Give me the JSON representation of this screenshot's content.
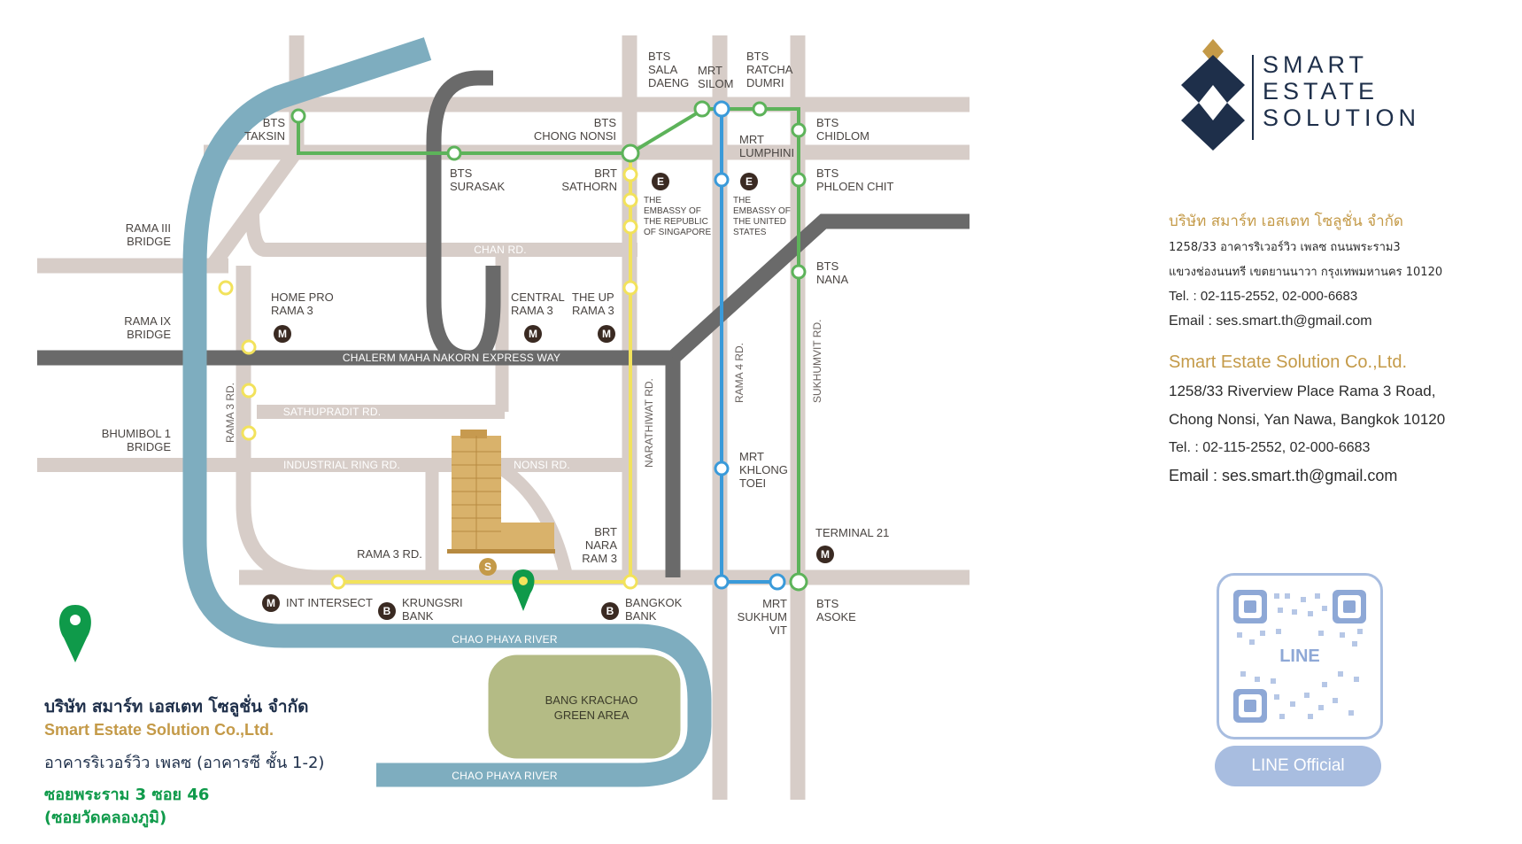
{
  "company": {
    "name_th": "บริษัท สมาร์ท เอสเตท โซลูชั่น จำกัด",
    "name_en": "Smart Estate Solution Co.,Ltd.",
    "logo_words": [
      "SMART",
      "ESTATE",
      "SOLUTION"
    ],
    "address_th_1": "1258/33 อาคารริเวอร์วิว เพลซ ถนนพระราม3",
    "address_th_2": "แขวงช่องนนทรี เขตยานนาวา กรุงเทพมหานคร 10120",
    "tel_th": "Tel. : 02-115-2552, 02-000-6683",
    "email_th": "Email : ses.smart.th@gmail.com",
    "address_en_1": "1258/33 Riverview Place Rama 3 Road,",
    "address_en_2": "Chong Nonsi, Yan Nawa, Bangkok 10120",
    "tel_en": "Tel. : 02-115-2552, 02-000-6683",
    "email_en": "Email : ses.smart.th@gmail.com"
  },
  "qr": {
    "center_text": "LINE",
    "button_label": "LINE Official"
  },
  "legend": {
    "company_th": "บริษัท สมาร์ท เอสเตท โซลูชั่น จำกัด",
    "company_en": "Smart Estate Solution Co.,Ltd.",
    "building": "อาคารริเวอร์วิว เพลซ (อาคารซี ชั้น 1-2)",
    "soi": "ซอยพระราม 3  ซอย 46",
    "soi_alt": "(ซอยวัดคลองภูมิ)"
  },
  "map": {
    "stations": {
      "bts_taksin": [
        "BTS",
        "TAKSIN"
      ],
      "bts_chong_nonsi": [
        "BTS",
        "CHONG NONSI"
      ],
      "bts_surasak": [
        "BTS",
        "SURASAK"
      ],
      "brt_sathorn": [
        "BRT",
        "SATHORN"
      ],
      "bts_sala_daeng": [
        "BTS",
        "SALA",
        "DAENG"
      ],
      "mrt_silom": [
        "MRT",
        "SILOM"
      ],
      "bts_ratchadamri": [
        "BTS",
        "RATCHA",
        "DUMRI"
      ],
      "mrt_lumphini": [
        "MRT",
        "LUMPHINI"
      ],
      "bts_chidlom": [
        "BTS",
        "CHIDLOM"
      ],
      "bts_phloen_chit": [
        "BTS",
        "PHLOEN CHIT"
      ],
      "bts_nana": [
        "BTS",
        "NANA"
      ],
      "mrt_khlong_toei": [
        "MRT",
        "KHLONG",
        "TOEI"
      ],
      "brt_nara_ram3": [
        "BRT",
        "NARA",
        "RAM 3"
      ],
      "mrt_sukhumvit": [
        "MRT",
        "SUKHUM",
        "VIT"
      ],
      "bts_asoke": [
        "BTS",
        "ASOKE"
      ]
    },
    "bridges": {
      "rama3": [
        "RAMA III",
        "BRIDGE"
      ],
      "rama9": [
        "RAMA IX",
        "BRIDGE"
      ],
      "bhumibol": [
        "BHUMIBOL 1",
        "BRIDGE"
      ]
    },
    "roads": {
      "chan": "CHAN RD.",
      "express": "CHALERM MAHA NAKORN EXPRESS WAY",
      "sathupradit": "SATHUPRADIT RD.",
      "industrial": "INDUSTRIAL RING RD.",
      "nonsi": "NONSI RD.",
      "rama3_h": "RAMA 3 RD.",
      "rama3_v": "RAMA 3 RD.",
      "narathiwat": "NARATHIWAT RD.",
      "rama4": "RAMA 4 RD.",
      "sukhumvit": "SUKHUMVIT RD."
    },
    "landmarks": {
      "home_pro": [
        "HOME PRO",
        "RAMA 3"
      ],
      "central": [
        "CENTRAL",
        "RAMA 3"
      ],
      "the_up": [
        "THE UP",
        "RAMA 3"
      ],
      "embassy_sg": [
        "THE",
        "EMBASSY OF",
        "THE REPUBLIC",
        "OF SINGAPORE"
      ],
      "embassy_us": [
        "THE",
        "EMBASSY OF",
        "THE UNITED",
        "STATES"
      ],
      "terminal21": "TERMINAL 21",
      "int_intersect": "INT INTERSECT",
      "krungsri": [
        "KRUNGSRI",
        "BANK"
      ],
      "bangkok_bank": [
        "BANGKOK",
        "BANK"
      ],
      "river_top": "CHAO PHAYA RIVER",
      "river_bottom": "CHAO PHAYA RIVER",
      "green_area": [
        "BANG KRACHAO",
        "GREEN AREA"
      ]
    },
    "icon_letters": {
      "mall": "M",
      "embassy": "E",
      "bank": "B",
      "site": "S"
    }
  },
  "colors": {
    "road": "#d7cdc8",
    "expressway": "#6a6a6a",
    "river": "#7eadbf",
    "bts_line": "#5db35a",
    "mrt_line": "#3a9ad9",
    "brt_line": "#f2e25c",
    "gold": "#c49a48",
    "navy": "#1e2f4a",
    "pin": "#0f9a4a",
    "green_area": "#b4bb85"
  }
}
